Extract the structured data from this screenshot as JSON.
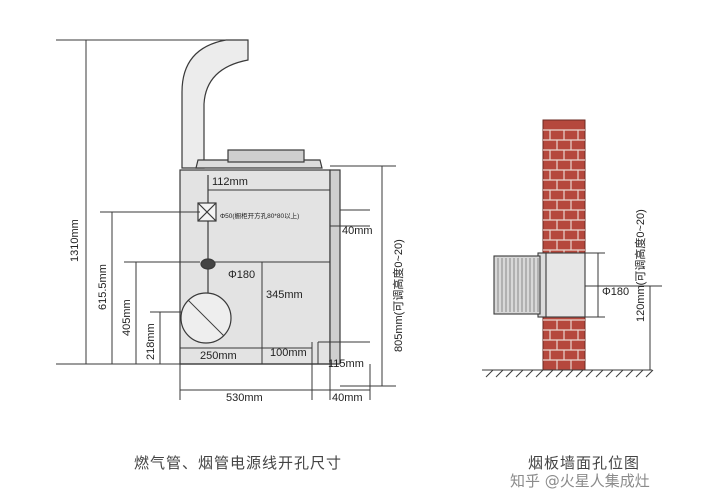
{
  "left_diagram": {
    "dims": {
      "h_total": "1310mm",
      "h_gas_inlet": "615.5mm",
      "h_flue_center": "405mm",
      "h_cable": "218mm",
      "w_pipe_offset": "112mm",
      "d_hole_50": "Φ50(橱柜开方孔80*80以上)",
      "w_depth_top": "40mm",
      "d_flue": "Φ180",
      "h_flue_to_top": "345mm",
      "h_range": "805mm(可调高度0~20)",
      "w_250": "250mm",
      "w_100": "100mm",
      "h_115": "115mm",
      "w_width": "530mm",
      "w_depth_bottom": "40mm"
    },
    "caption": "燃气管、烟管电源线开孔尺寸"
  },
  "right_diagram": {
    "dims": {
      "d_flue": "Φ180",
      "h_height": "120mm(可调高度0~20)"
    },
    "caption": "烟板墙面孔位图"
  },
  "watermark": "知乎 @火星人集成灶",
  "colors": {
    "line": "#3a3a3a",
    "brick": "#b5483d",
    "mortar": "#e9d6cf",
    "cabinet": "#e3e3e3"
  }
}
